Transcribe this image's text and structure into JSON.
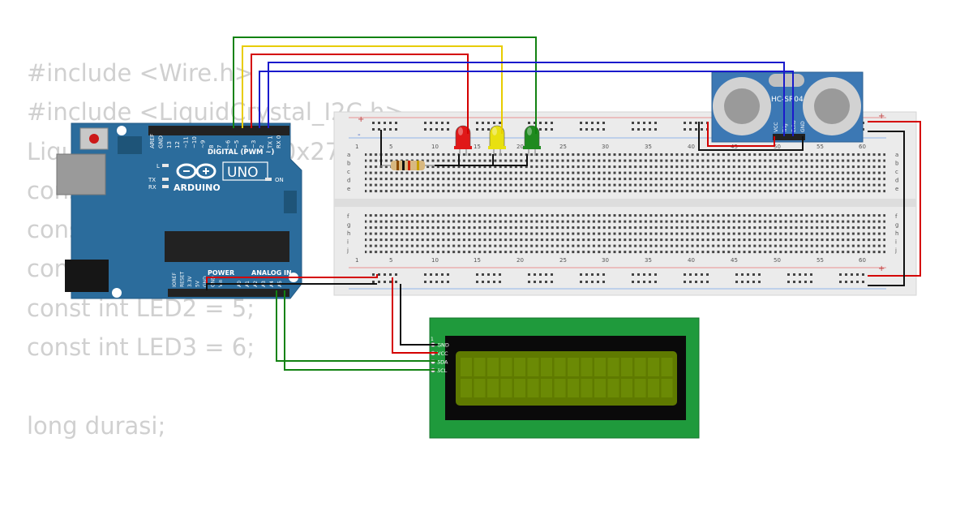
{
  "code_lines": [
    "#include <Wire.h>",
    "#include <LiquidCrystal_I2C.h>",
    "LiquidCrystal_I2C lcd(0x27, 16, 2);",
    "const int trigPin = 9;",
    "const int echoPin = 10;",
    "const int LED1 = 4;",
    "const int LED2 = 5;",
    "const int LED3 = 6;",
    "",
    "long durasi;"
  ],
  "arduino": {
    "brand": "ARDUINO",
    "model": "UNO",
    "digital_header": "DIGITAL (PWM ~)",
    "power_header": "POWER",
    "analog_header": "ANALOG IN",
    "on_label": "ON",
    "l_label": "L",
    "tx_label": "TX",
    "rx_label": "RX",
    "digital_pins": [
      "AREF",
      "GND",
      "13",
      "12",
      "~11",
      "~10",
      "~9",
      "8",
      "7",
      "~6",
      "~5",
      "4",
      "~3",
      "2",
      "TX 1",
      "RX 0"
    ],
    "power_pins": [
      "IOREF",
      "RESET",
      "3.3V",
      "5V",
      "GND",
      "GND",
      "Vin"
    ],
    "analog_pins": [
      "A0",
      "A1",
      "A2",
      "A3",
      "A4",
      "A5"
    ]
  },
  "breadboard": {
    "column_numbers": [
      "1",
      "5",
      "10",
      "15",
      "20",
      "25",
      "30",
      "35",
      "40",
      "45",
      "50",
      "55",
      "60"
    ],
    "rows_top": [
      "a",
      "b",
      "c",
      "d",
      "e"
    ],
    "rows_bottom": [
      "f",
      "g",
      "h",
      "i",
      "j"
    ],
    "plus": "+",
    "minus": "-"
  },
  "sensor": {
    "label": "HC-SR04",
    "pins": [
      "VCC",
      "Trig",
      "Echo",
      "GND"
    ]
  },
  "lcd": {
    "pins": [
      "GND",
      "VCC",
      "SDA",
      "SCL"
    ],
    "pin1": "1"
  },
  "leds": [
    {
      "color": "red",
      "hex": "#e01818"
    },
    {
      "color": "yellow",
      "hex": "#e8e010"
    },
    {
      "color": "green",
      "hex": "#1f8a1f"
    }
  ],
  "colors": {
    "arduino_blue": "#2b6c9c",
    "wire_red": "#d40000",
    "wire_yellow": "#e8cc00",
    "wire_green": "#128212",
    "wire_blue": "#1a1acc",
    "wire_black": "#111111",
    "lcd_pcb": "#1f9a3c",
    "lcd_screen": "#5f7a00",
    "sensor_blue": "#3c78b4"
  }
}
